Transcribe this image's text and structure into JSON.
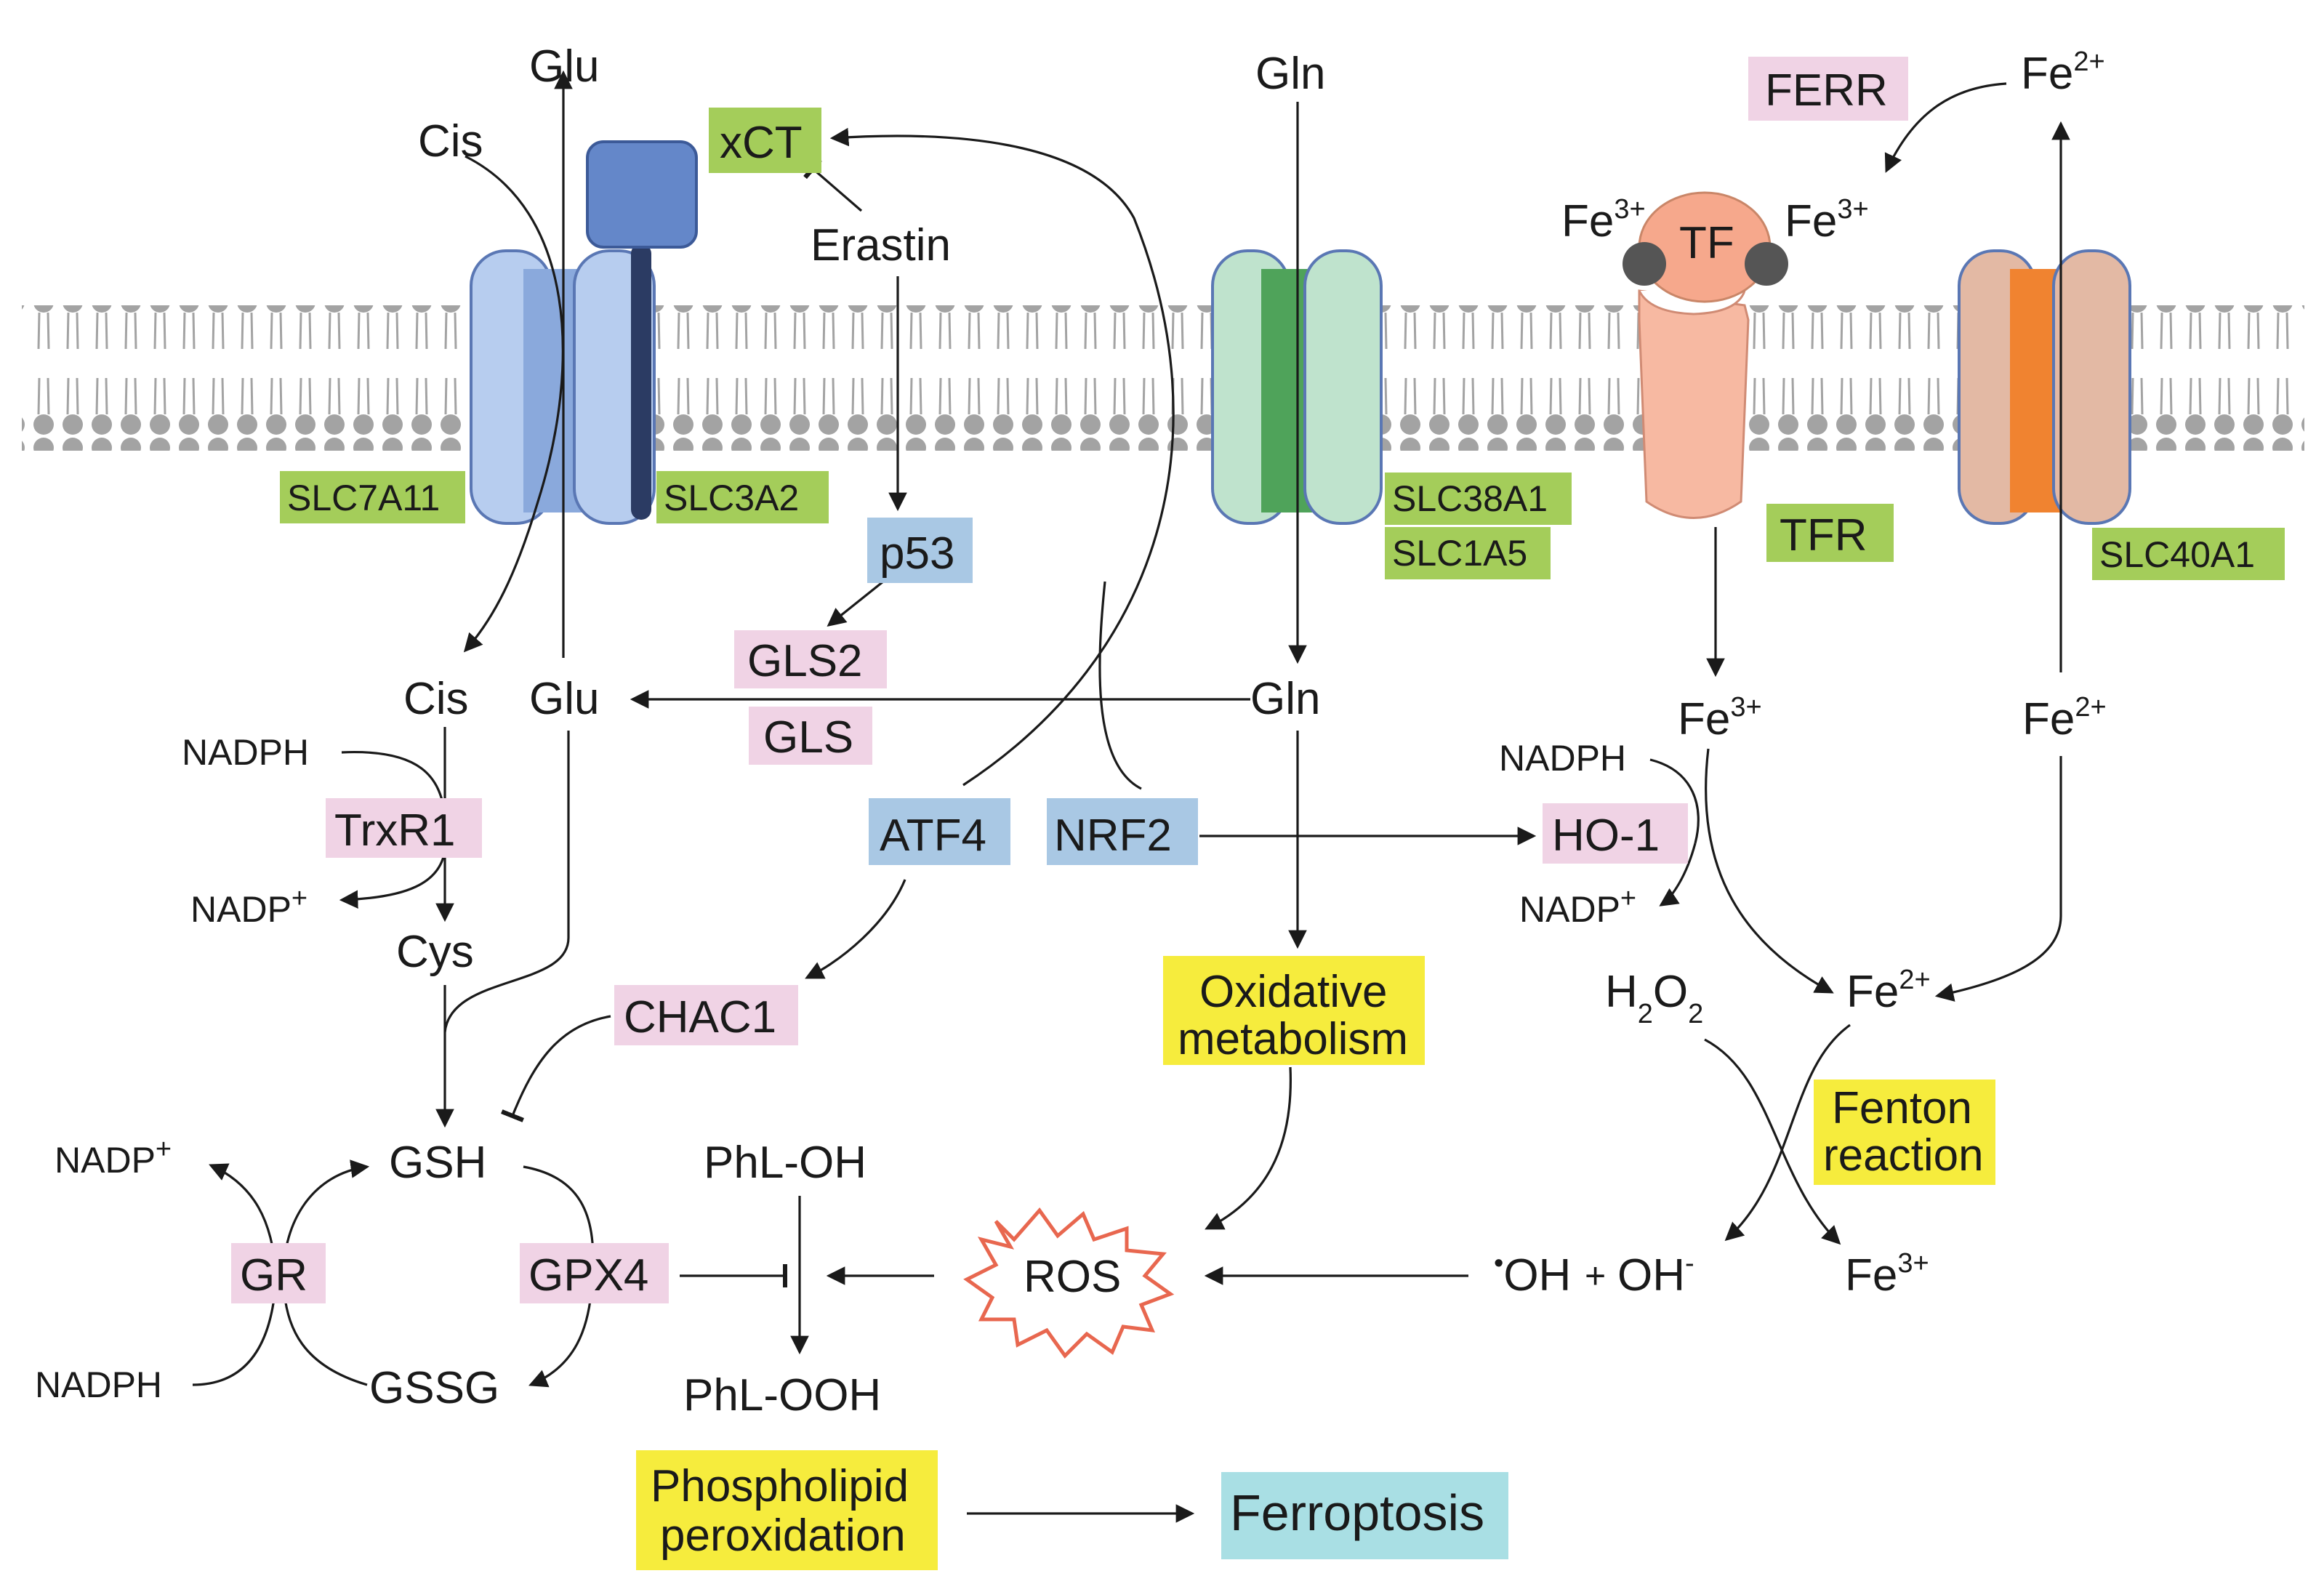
{
  "labels": {
    "glu_top": "Glu",
    "cis_top": "Cis",
    "gln_top": "Gln",
    "fe2_top": "Fe",
    "fe2_top_sup": "2+",
    "ferr": "FERR",
    "xct": "xCT",
    "erastin": "Erastin",
    "fe3_left": "Fe",
    "fe3_left_sup": "3+",
    "fe3_right": "Fe",
    "fe3_right_sup": "3+",
    "tf": "TF",
    "slc7a11": "SLC7A11",
    "slc3a2": "SLC3A2",
    "slc38a1": "SLC38A1",
    "slc1a5": "SLC1A5",
    "tfr": "TFR",
    "slc40a1": "SLC40A1",
    "p53": "p53",
    "gls2": "GLS2",
    "gls": "GLS",
    "cis_mid": "Cis",
    "glu_mid": "Glu",
    "gln_mid": "Gln",
    "fe3_mid": "Fe",
    "fe3_mid_sup": "3+",
    "fe2_mid": "Fe",
    "fe2_mid_sup": "2+",
    "nadph_1": "NADPH",
    "trxr1": "TrxR1",
    "nadp_1": "NADP",
    "nadp_1_sup": "+",
    "cys": "Cys",
    "atf4": "ATF4",
    "nrf2": "NRF2",
    "ho1": "HO-1",
    "nadph_2": "NADPH",
    "nadp_2": "NADP",
    "nadp_2_sup": "+",
    "chac1": "CHAC1",
    "oxidative_metabolism_1": "Oxidative",
    "oxidative_metabolism_2": "metabolism",
    "h2o2_h": "H",
    "h2o2_2a": "2",
    "h2o2_o": "O",
    "h2o2_2b": "2",
    "fe2_fenton": "Fe",
    "fe2_fenton_sup": "2+",
    "fenton_1": "Fenton",
    "fenton_2": "reaction",
    "nadp_3": "NADP",
    "nadp_3_sup": "+",
    "gsh": "GSH",
    "phl_oh": "PhL-OH",
    "gr": "GR",
    "gpx4": "GPX4",
    "ros": "ROS",
    "oh_radical_dot": "•",
    "oh_radical": "OH",
    "plus": "+",
    "oh_minus": "OH",
    "oh_minus_sup": "-",
    "fe3_bottom": "Fe",
    "fe3_bottom_sup": "3+",
    "nadph_3": "NADPH",
    "gssg": "GSSG",
    "phl_ooh": "PhL-OOH",
    "phospholipid_1": "Phospholipid",
    "phospholipid_2": "peroxidation",
    "ferroptosis": "Ferroptosis"
  },
  "colors": {
    "slc7a11_light": "#b7cdef",
    "slc7a11_dark": "#8aa9dc",
    "slc3a2_head": "#6487c9",
    "slc3a2_stalk": "#2b3b63",
    "slc38_light": "#bfe3cd",
    "slc38_dark": "#4fa35a",
    "tf_color": "#f6a88c",
    "tfr_color": "#f7b9a2",
    "slc40_light": "#e3b9a4",
    "slc40_dark": "#f08330",
    "ros_stroke": "#e8674f",
    "membrane": "#a3a3a3"
  }
}
